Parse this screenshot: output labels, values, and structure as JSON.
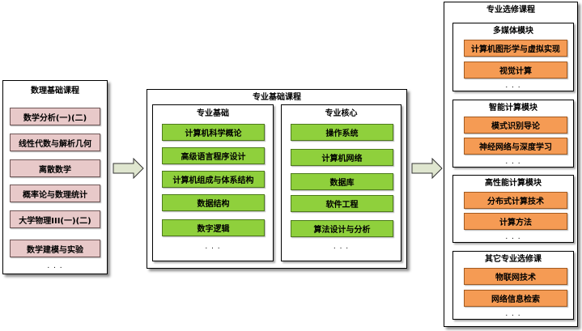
{
  "math": {
    "title": "数理基础课程",
    "items": [
      "数学分析(一)(二)",
      "线性代数与解析几何",
      "离散数学",
      "概率论与数理统计",
      "大学物理III(一)(二)",
      "数学建模与实验"
    ],
    "more": ". . ."
  },
  "core": {
    "title": "专业基础课程",
    "basic": {
      "title": "专业基础",
      "items": [
        "计算机科学概论",
        "高级语言程序设计",
        "计算机组成与体系结构",
        "数据结构",
        "数字逻辑"
      ],
      "more": ". . ."
    },
    "major": {
      "title": "专业核心",
      "items": [
        "操作系统",
        "计算机网络",
        "数据库",
        "软件工程",
        "算法设计与分析"
      ],
      "more": ". . ."
    }
  },
  "electives": {
    "title": "专业选修课程",
    "modules": [
      {
        "title": "多媒体模块",
        "items": [
          "计算机图形学与虚拟实现",
          "视觉计算"
        ],
        "more": ". . ."
      },
      {
        "title": "智能计算模块",
        "items": [
          "模式识别导论",
          "神经网络与深度学习"
        ],
        "more": ". . ."
      },
      {
        "title": "高性能计算模块",
        "items": [
          "分布式计算技术",
          "计算方法"
        ],
        "more": ". . ."
      },
      {
        "title": "其它专业选修课",
        "items": [
          "物联网技术",
          "网络信息检索"
        ],
        "more": ". . ."
      }
    ]
  },
  "colors": {
    "math_box": "#e8c9c9",
    "core_box": "#8fd03c",
    "elective_box": "#f59b54",
    "arrow_fill": "#dfe6cf"
  }
}
